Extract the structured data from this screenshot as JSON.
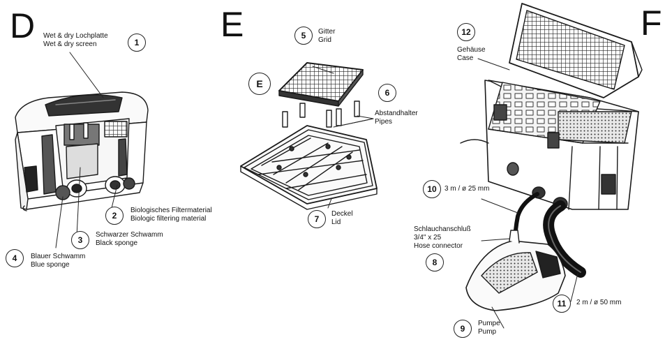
{
  "panels": {
    "D": {
      "letter": "D"
    },
    "E": {
      "letter": "E"
    },
    "F": {
      "letter": "F"
    }
  },
  "callouts": [
    {
      "id": "1",
      "number": "1",
      "line1": "Wet & dry Lochplatte",
      "line2": "Wet & dry screen"
    },
    {
      "id": "2",
      "number": "2",
      "line1": "Biologisches Filtermaterial",
      "line2": "Biologic filtering material"
    },
    {
      "id": "3",
      "number": "3",
      "line1": "Schwarzer Schwamm",
      "line2": "Black sponge"
    },
    {
      "id": "4",
      "number": "4",
      "line1": "Blauer Schwamm",
      "line2": "Blue sponge"
    },
    {
      "id": "5",
      "number": "5",
      "line1": "Gitter",
      "line2": "Grid"
    },
    {
      "id": "E",
      "number": "E"
    },
    {
      "id": "6",
      "number": "6",
      "line1": "Abstandhalter",
      "line2": "Pipes"
    },
    {
      "id": "7",
      "number": "7",
      "line1": "Deckel",
      "line2": "Lid"
    },
    {
      "id": "12",
      "number": "12",
      "line1": "Gehäuse",
      "line2": "Case"
    },
    {
      "id": "10",
      "number": "10",
      "line1": "3 m / ø 25 mm"
    },
    {
      "id": "8",
      "number": "8",
      "line1": "Schlauchanschluß",
      "line2": "3/4\" x 25",
      "line3": "Hose connector"
    },
    {
      "id": "11",
      "number": "11",
      "line1": "2 m / ø 50 mm"
    },
    {
      "id": "9",
      "number": "9",
      "line1": "Pumpe",
      "line2": "Pump"
    }
  ]
}
